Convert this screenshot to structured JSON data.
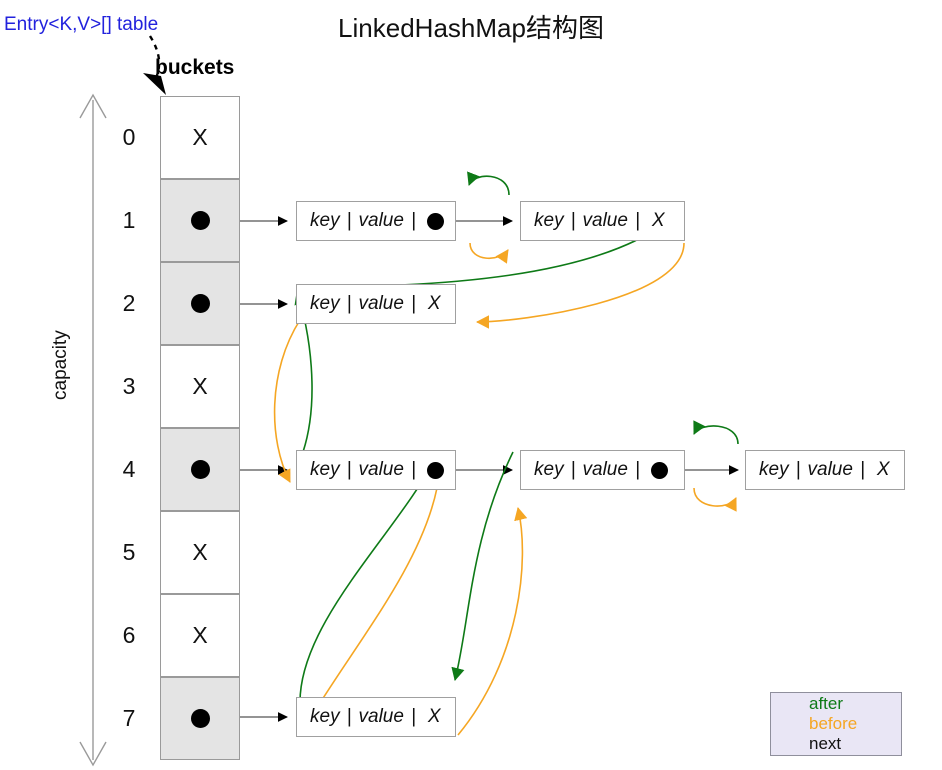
{
  "title": "LinkedHashMap结构图",
  "entry_array_label": "Entry<K,V>[] table",
  "buckets_label": "buckets",
  "capacity_label": "capacity",
  "colors": {
    "after": "#0e7a17",
    "before": "#f5a623",
    "next": "#000000",
    "entry_label": "#2222dd",
    "cell_filled": "#e4e4e4",
    "cell_empty": "#ffffff",
    "cell_border": "#9a9a9a",
    "node_border": "#a0a0a0",
    "legend_bg": "#e9e6f5"
  },
  "table": {
    "indices": [
      "0",
      "1",
      "2",
      "3",
      "4",
      "5",
      "6",
      "7"
    ],
    "null_glyph": "X",
    "rows": [
      {
        "index": "0",
        "state": "empty",
        "marker": "X",
        "chain_length": 0
      },
      {
        "index": "1",
        "state": "filled",
        "marker": "dot",
        "chain_length": 2
      },
      {
        "index": "2",
        "state": "filled",
        "marker": "dot",
        "chain_length": 1
      },
      {
        "index": "3",
        "state": "empty",
        "marker": "X",
        "chain_length": 0
      },
      {
        "index": "4",
        "state": "filled",
        "marker": "dot",
        "chain_length": 3
      },
      {
        "index": "5",
        "state": "empty",
        "marker": "X",
        "chain_length": 0
      },
      {
        "index": "6",
        "state": "empty",
        "marker": "X",
        "chain_length": 0
      },
      {
        "index": "7",
        "state": "filled",
        "marker": "dot",
        "chain_length": 1
      }
    ]
  },
  "node": {
    "key_label": "key",
    "value_label": "value",
    "separator": "|",
    "next_null": "X"
  },
  "nodes": [
    {
      "id": "n1a",
      "bucket": "1",
      "key": "key",
      "value": "value",
      "next": "dot"
    },
    {
      "id": "n1b",
      "bucket": "1",
      "key": "key",
      "value": "value",
      "next": "X"
    },
    {
      "id": "n2a",
      "bucket": "2",
      "key": "key",
      "value": "value",
      "next": "X"
    },
    {
      "id": "n4a",
      "bucket": "4",
      "key": "key",
      "value": "value",
      "next": "dot"
    },
    {
      "id": "n4b",
      "bucket": "4",
      "key": "key",
      "value": "value",
      "next": "dot"
    },
    {
      "id": "n4c",
      "bucket": "4",
      "key": "key",
      "value": "value",
      "next": "X"
    },
    {
      "id": "n7a",
      "bucket": "7",
      "key": "key",
      "value": "value",
      "next": "X"
    }
  ],
  "legend": {
    "items": [
      {
        "label": "after",
        "color": "#0e7a17",
        "style": "line-arrow"
      },
      {
        "label": "before",
        "color": "#f5a623",
        "style": "line-arrow"
      },
      {
        "label": "next",
        "color": "#000000",
        "style": "dot-line-arrow"
      }
    ]
  }
}
